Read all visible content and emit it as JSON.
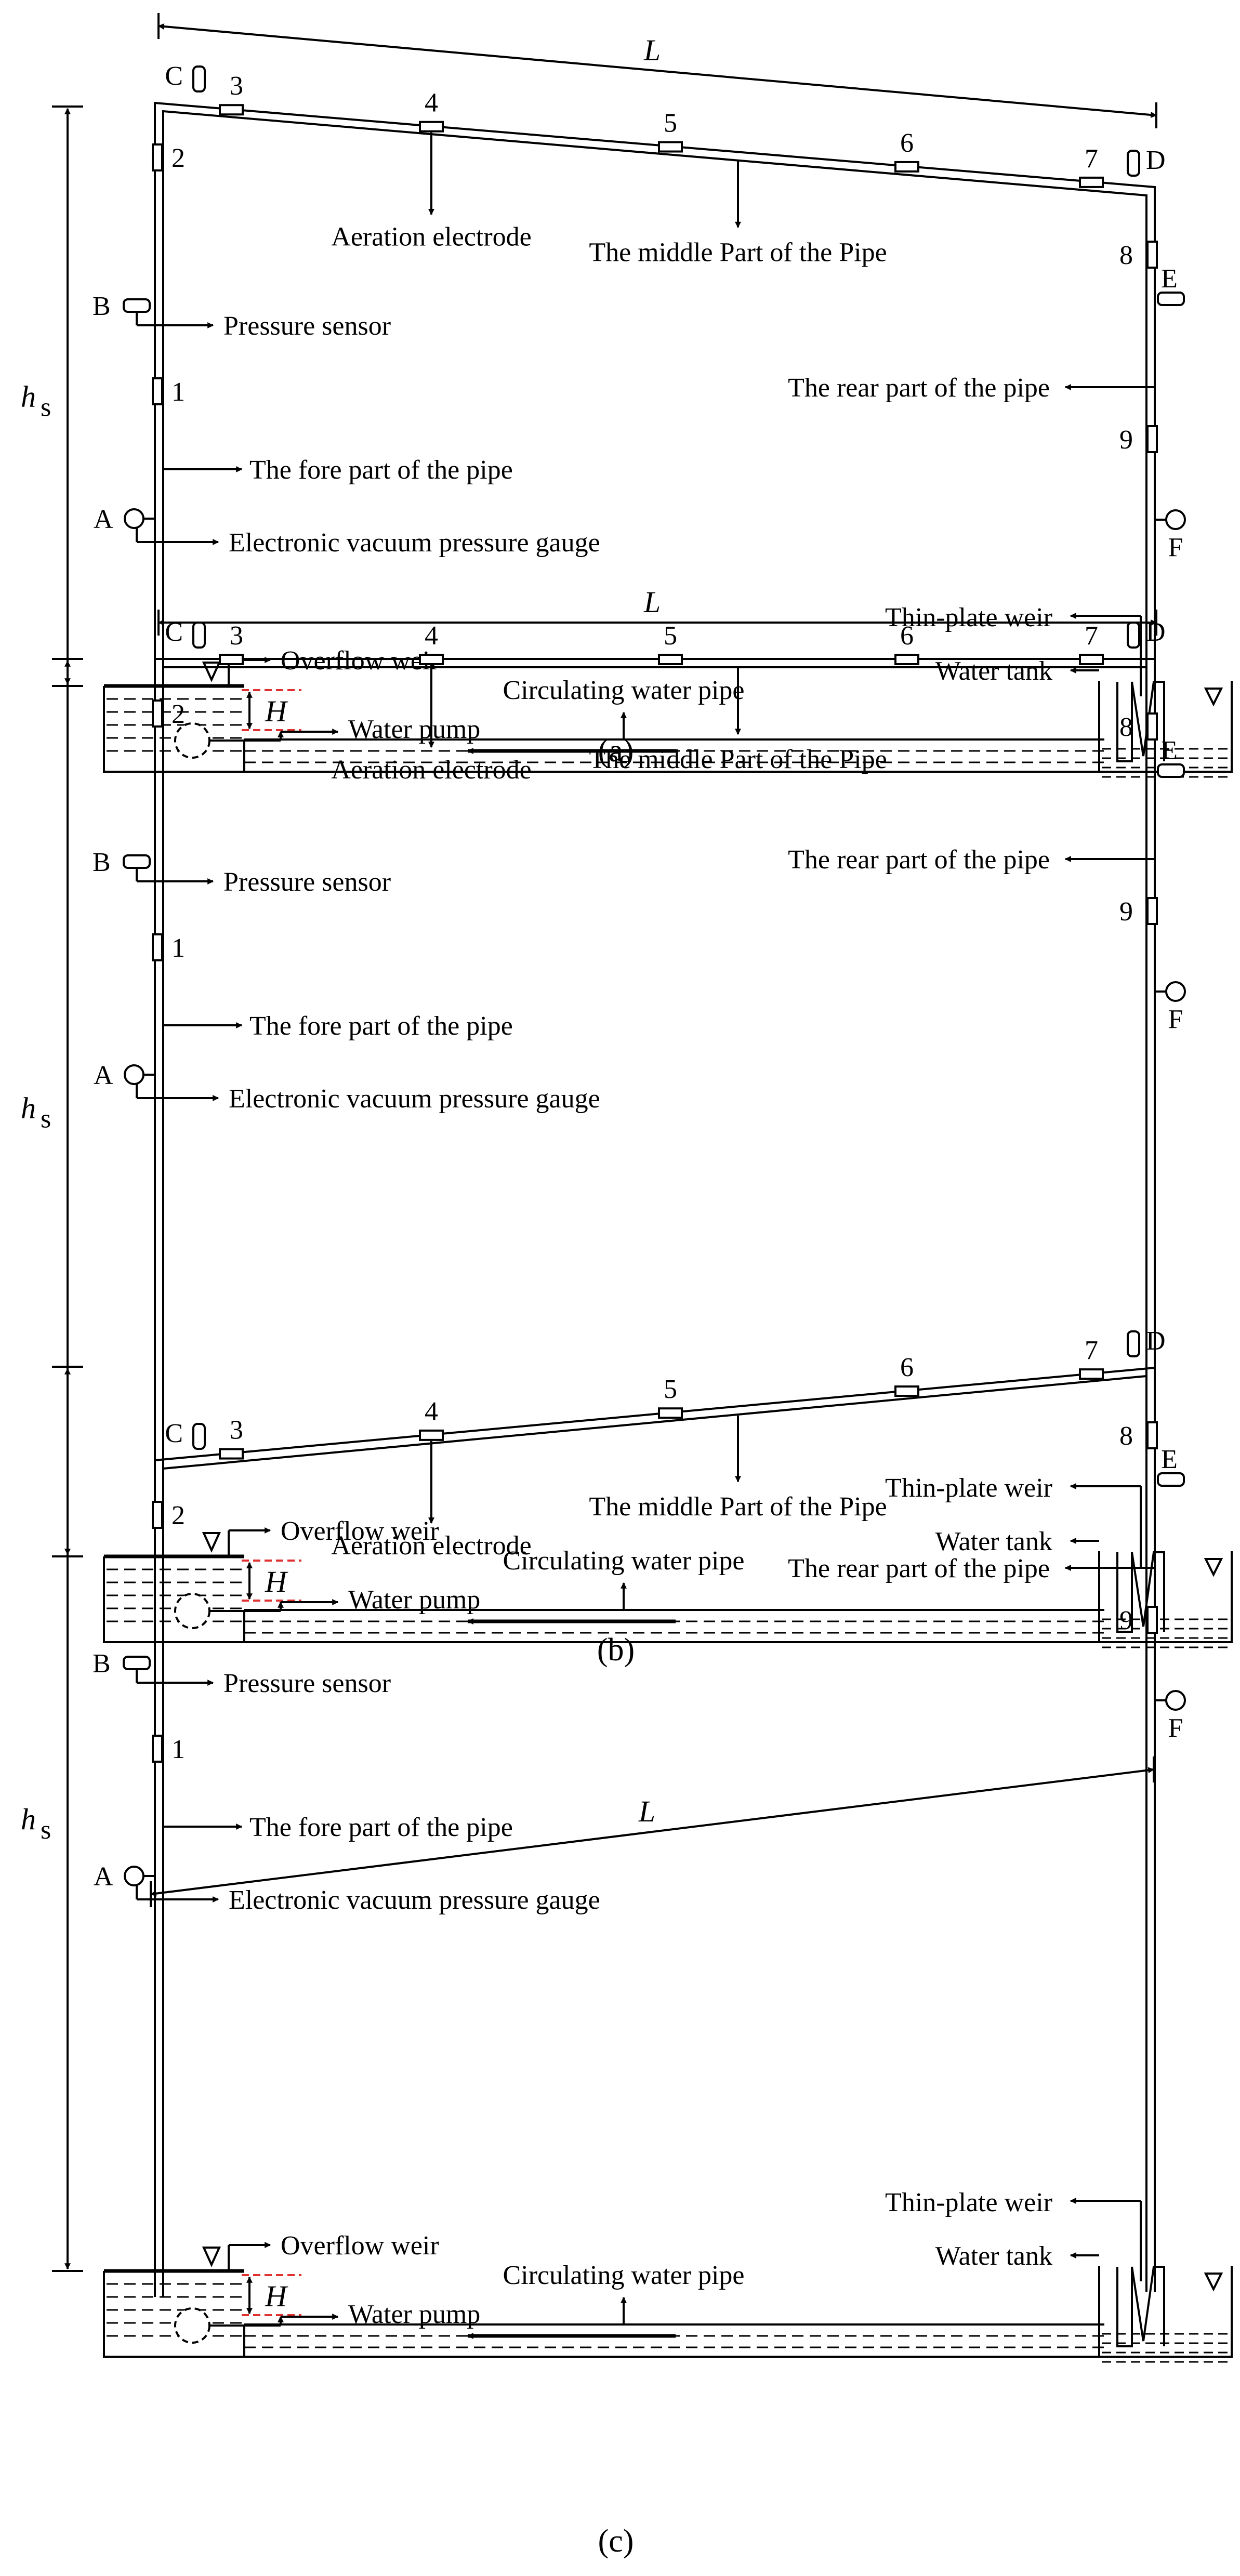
{
  "diagrams": [
    {
      "caption": "(a)",
      "length_label": "L",
      "height_label": "h",
      "height_subscript": "s",
      "head_label": "H",
      "points": {
        "C": "C",
        "D": "D",
        "B": "B",
        "E": "E",
        "A": "A",
        "F": "F"
      },
      "electrodes": [
        "1",
        "2",
        "3",
        "4",
        "5",
        "6",
        "7",
        "8",
        "9"
      ],
      "labels": {
        "aeration_electrode": "Aeration electrode",
        "middle_part": "The middle Part of the Pipe",
        "pressure_sensor": "Pressure sensor",
        "rear_part": "The rear part of the pipe",
        "fore_part": "The fore part of the pipe",
        "vacuum_gauge": "Electronic vacuum pressure gauge",
        "thin_plate_weir": "Thin-plate weir",
        "overflow_weir": "Overflow weir",
        "water_tank": "Water tank",
        "circulating_pipe": "Circulating water pipe",
        "water_pump": "Water pump"
      }
    },
    {
      "caption": "(b)",
      "length_label": "L",
      "height_label": "h",
      "height_subscript": "s",
      "head_label": "H",
      "points": {
        "C": "C",
        "D": "D",
        "B": "B",
        "E": "E",
        "A": "A",
        "F": "F"
      },
      "electrodes": [
        "1",
        "2",
        "3",
        "4",
        "5",
        "6",
        "7",
        "8",
        "9"
      ],
      "labels": {
        "aeration_electrode": "Aeration electrode",
        "middle_part": "The middle Part of the Pipe",
        "pressure_sensor": "Pressure sensor",
        "rear_part": "The rear part of the pipe",
        "fore_part": "The fore part of the pipe",
        "vacuum_gauge": "Electronic vacuum pressure gauge",
        "thin_plate_weir": "Thin-plate weir",
        "overflow_weir": "Overflow weir",
        "water_tank": "Water tank",
        "circulating_pipe": "Circulating water pipe",
        "water_pump": "Water pump"
      }
    },
    {
      "caption": "(c)",
      "length_label": "L",
      "height_label": "h",
      "height_subscript": "s",
      "head_label": "H",
      "points": {
        "C": "C",
        "D": "D",
        "B": "B",
        "E": "E",
        "A": "A",
        "F": "F"
      },
      "electrodes": [
        "1",
        "2",
        "3",
        "4",
        "5",
        "6",
        "7",
        "8",
        "9"
      ],
      "labels": {
        "aeration_electrode": "Aeration electrode",
        "middle_part": "The middle Part of the Pipe",
        "pressure_sensor": "Pressure sensor",
        "rear_part": "The rear part of the pipe",
        "fore_part": "The fore part of the pipe",
        "vacuum_gauge": "Electronic vacuum pressure gauge",
        "thin_plate_weir": "Thin-plate weir",
        "overflow_weir": "Overflow weir",
        "water_tank": "Water tank",
        "circulating_pipe": "Circulating water pipe",
        "water_pump": "Water pump"
      }
    }
  ]
}
